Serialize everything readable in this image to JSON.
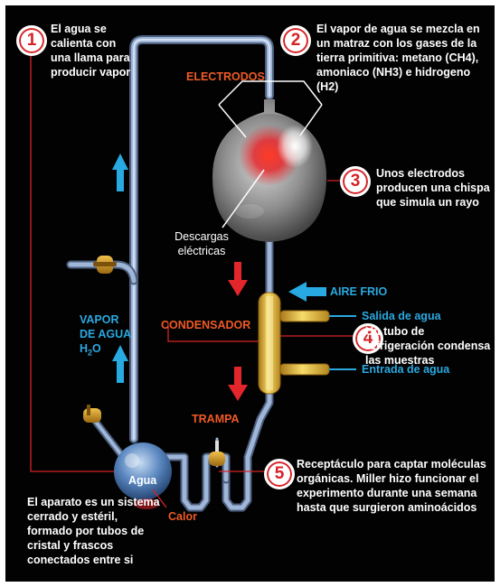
{
  "steps": [
    {
      "number": "1",
      "text": "El agua se calienta con una llama para producir vapor"
    },
    {
      "number": "2",
      "text": "El vapor de agua se mezcla en un matraz con los gases de la tierra primitiva: metano (CH4), amoniaco (NH3) e hidrogeno (H2)"
    },
    {
      "number": "3",
      "text": "Unos electrodos producen una chispa que simula un rayo"
    },
    {
      "number": "4",
      "text": "Un tubo de refrigeración condensa las muestras"
    },
    {
      "number": "5",
      "text": "Receptáculo para captar moléculas orgánicas. Miller hizo funcionar el experimento durante una semana hasta que surgieron aminoácidos"
    }
  ],
  "labels": {
    "electrodos": "ELECTRODOS",
    "descargas_line1": "Descargas",
    "descargas_line2": "eléctricas",
    "aire_frio": "AIRE FRIO",
    "salida_agua": "Salida de agua",
    "condensador": "CONDENSADOR",
    "entrada_agua": "Entrada de agua",
    "vapor_line1": "VAPOR",
    "vapor_line2": "DE AGUA",
    "vapor_formula_h": "H",
    "vapor_formula_sub": "2",
    "vapor_formula_o": "O",
    "trampa": "TRAMPA",
    "agua": "Agua",
    "calor": "Calor"
  },
  "footnote": "El aparato es un sistema cerrado y estéril, formado por tubos de cristal y frascos conectados entre si",
  "colors": {
    "background": "#020202",
    "badge_red": "#d62227",
    "tube": "#9fb6d8",
    "label_orange": "#ee5a25",
    "label_blue": "#2aa8e0",
    "arrow_red": "#e3262b",
    "arrow_blue": "#29a9e1",
    "condenser": "#e8c244"
  }
}
